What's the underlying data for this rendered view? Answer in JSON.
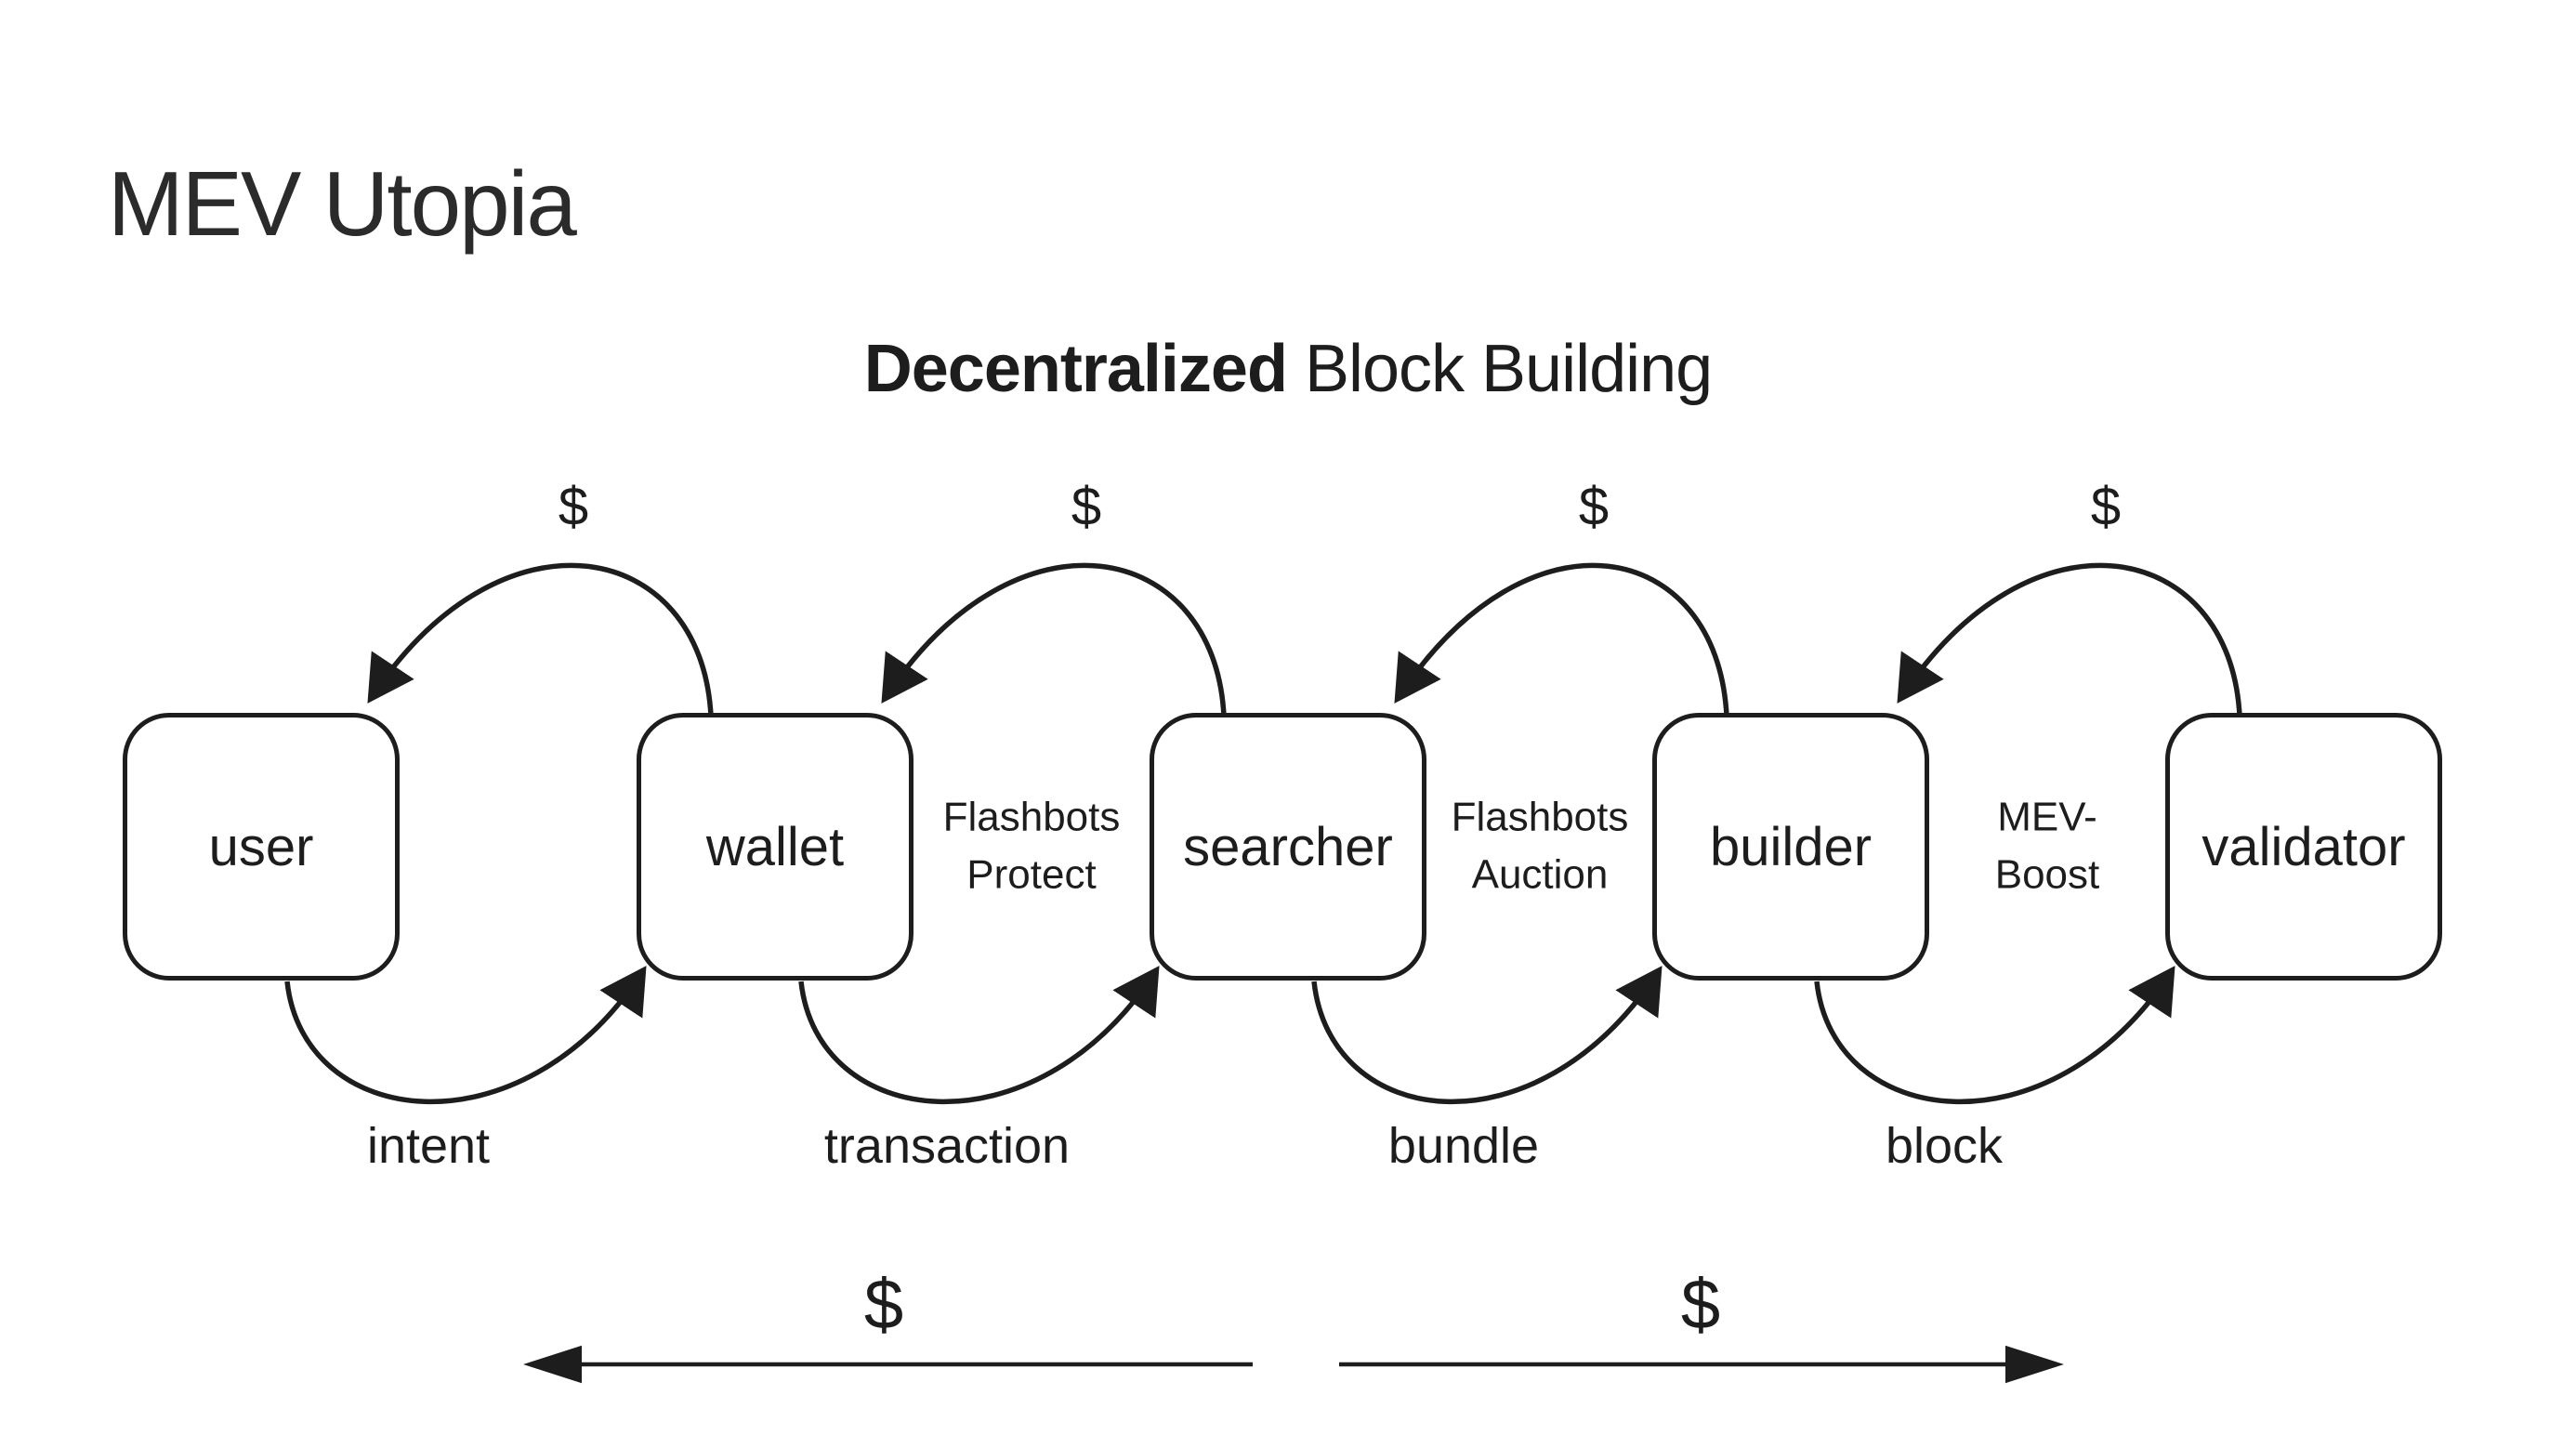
{
  "title": "MEV Utopia",
  "subtitle": {
    "emphasis": "Decentralized",
    "rest": "Block Building"
  },
  "diagram": {
    "nodes": [
      "user",
      "wallet",
      "searcher",
      "builder",
      "validator"
    ],
    "connector_labels": [
      {
        "line1": "Flashbots",
        "line2": "Protect"
      },
      {
        "line1": "Flashbots",
        "line2": "Auction"
      },
      {
        "line1": "MEV-",
        "line2": "Boost"
      }
    ],
    "top_payment_labels": [
      "$",
      "$",
      "$",
      "$"
    ],
    "forward_flow_labels": [
      "intent",
      "transaction",
      "bundle",
      "block"
    ],
    "bottom_payments": [
      {
        "label": "$",
        "direction": "left"
      },
      {
        "label": "$",
        "direction": "right"
      }
    ]
  },
  "colors": {
    "background": "#ffffff",
    "ink": "#1d1d1d",
    "title_ink": "#2b2b2b"
  }
}
